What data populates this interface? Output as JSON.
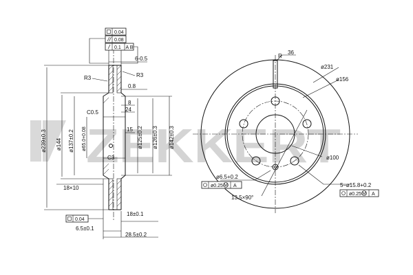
{
  "watermark": {
    "brand": "ZEKKERT"
  },
  "tolerance_frame": {
    "flatness_value": "0.04",
    "parallel_value": "0.08",
    "runout_value": "0.1",
    "runout_datum": "A B"
  },
  "section_view": {
    "thickness_tolerance": "6-0.5",
    "radius_top_right": "R3",
    "radius_top_left": "R3",
    "offset_08": "0.8",
    "dim_8": "8",
    "dim_24": "24",
    "chamfer_c05": "C0.5",
    "dim_15": "15",
    "chamfer_c3": "C3",
    "dia_239": "ø239±0.3",
    "dia_144": "ø144",
    "dia_137": "ø137±0.2",
    "dia_65": "ø65.0+0.08",
    "dia_125": "ø125±0.2",
    "dia_126": "ø126±0.3",
    "dia_142": "ø142±0.3",
    "vent_spec": "18×10",
    "dim_18": "18±0.1",
    "flat_value": "0.04",
    "dim_65b": "6.5±0.1",
    "dim_285": "28.5±0.2"
  },
  "front_view": {
    "radius_r": "R",
    "dim_36": "36",
    "dia_231": "ø231",
    "dia_156": "ø156",
    "dia_100": "ø100",
    "hole_small": "ø6.5+0.2",
    "hole_small_pos": "ø0.25",
    "datum_m": "M",
    "datum_a": "A",
    "angle": "13.5×90°",
    "holes_large": "5–ø15.8+0.2",
    "holes_large_pos": "ø0.25"
  }
}
